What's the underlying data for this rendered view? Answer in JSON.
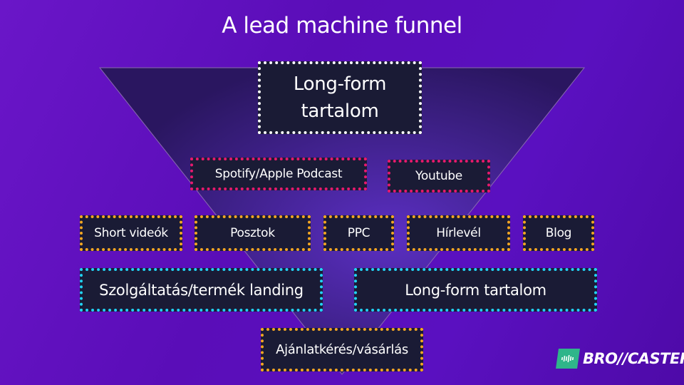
{
  "title": "A lead machine funnel",
  "top": {
    "line1": "Long-form",
    "line2": "tartalom"
  },
  "podcast": [
    "Spotify/Apple Podcast",
    "Youtube"
  ],
  "channels": [
    "Short videók",
    "Posztok",
    "PPC",
    "Hírlevél",
    "Blog"
  ],
  "landing": [
    "Szolgáltatás/termék landing",
    "Long-form tartalom"
  ],
  "conversion": "Ajánlatkérés/vásárlás",
  "logo": "BRO//CASTERZ",
  "colors": {
    "background": "#5a0db8",
    "box": "#1a1b35",
    "pink": "#e8196e",
    "orange": "#f5a623",
    "cyan": "#22d3f5",
    "logo_green": "#2fb58a"
  }
}
